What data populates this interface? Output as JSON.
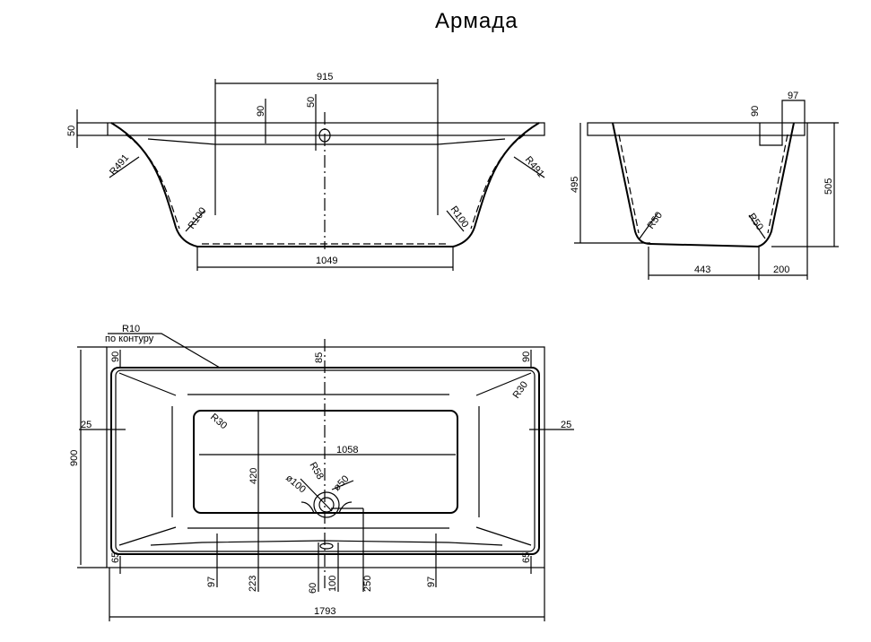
{
  "title": "Армада",
  "front_view": {
    "dim_915": "915",
    "dim_90": "90",
    "dim_50_top": "50",
    "dim_50_left": "50",
    "r491_left": "R491",
    "r491_right": "R491",
    "r100_left": "R100",
    "r100_right": "R100",
    "dim_1049": "1049"
  },
  "side_view": {
    "dim_97": "97",
    "dim_90": "90",
    "dim_495": "495",
    "dim_505": "505",
    "r50_left": "R50",
    "r50_right": "R50",
    "dim_443": "443",
    "dim_200": "200"
  },
  "plan_view": {
    "r10": "R10",
    "contour_note": "по контуру",
    "dim_90_left": "90",
    "dim_85": "85",
    "dim_90_right": "90",
    "r30_corner": "R30",
    "r30_well": "R30",
    "dim_25_left": "25",
    "dim_25_right": "25",
    "dim_1058": "1058",
    "dim_420": "420",
    "r58": "R58",
    "d100": "ø100",
    "d50": "ø50",
    "dim_900": "900",
    "dim_65_left": "65",
    "dim_65_right": "65",
    "dim_97_left": "97",
    "dim_223": "223",
    "dim_60": "60",
    "dim_100": "100",
    "dim_250": "250",
    "dim_97_right": "97",
    "dim_1793": "1793"
  }
}
